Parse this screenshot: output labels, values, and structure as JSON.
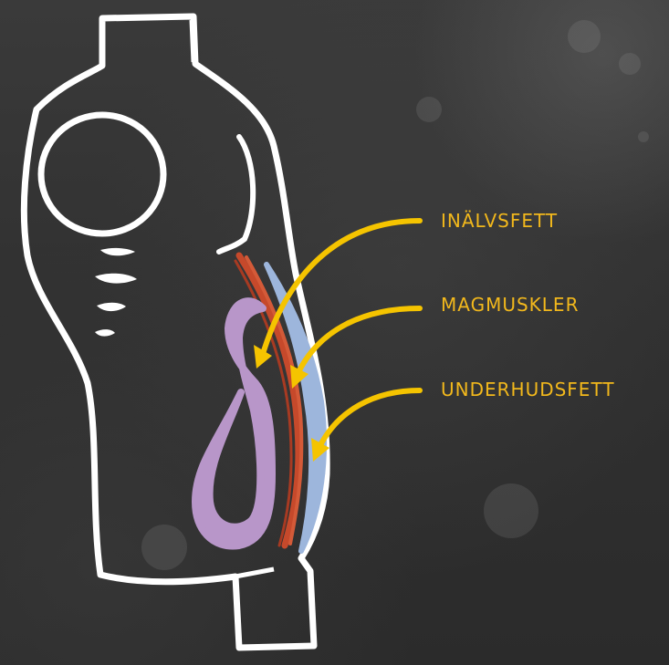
{
  "colors": {
    "label_text": "#f2b81c",
    "arrow": "#f5c400",
    "outline": "#ffffff",
    "visceral_fat": "#b896c9",
    "abdominal_muscles": "#c6492b",
    "subcutaneous_fat": "#9db6dc"
  },
  "labels": {
    "visceral_fat": "INÄLVSFETT",
    "abdominal_muscles": "MAGMUSKLER",
    "subcutaneous_fat": "UNDERHUDSFETT"
  }
}
